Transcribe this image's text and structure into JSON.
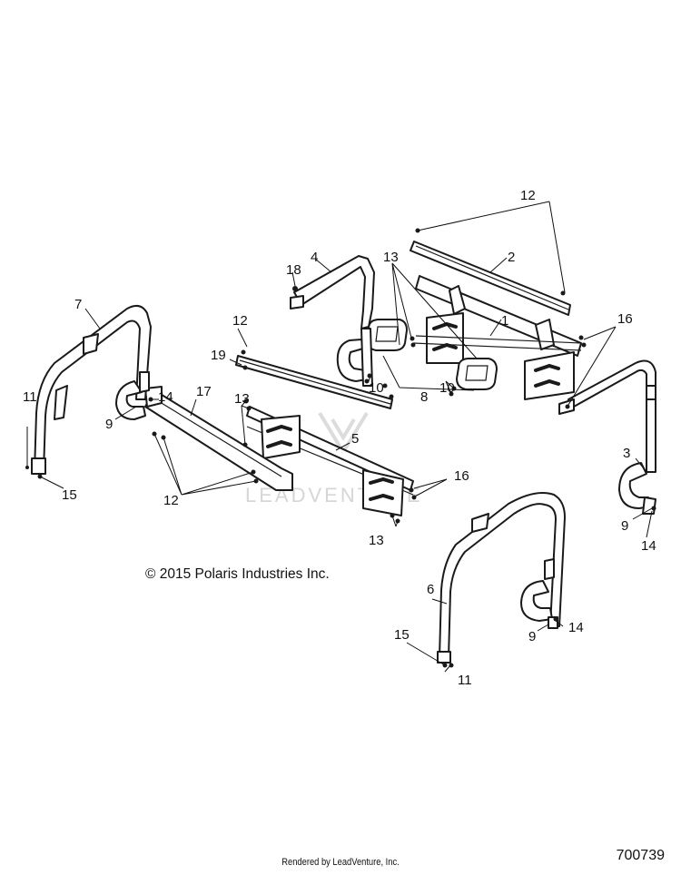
{
  "copyright": "© 2015 Polaris Industries Inc.",
  "rendered_by": "Rendered by LeadVenture, Inc.",
  "diagram_number": "700739",
  "watermark": "LEADVENTURE",
  "callouts": {
    "c1": "1",
    "c2": "2",
    "c3": "3",
    "c4": "4",
    "c5": "5",
    "c6": "6",
    "c7": "7",
    "c8": "8",
    "c9a": "9",
    "c9b": "9",
    "c9c": "9",
    "c10a": "10",
    "c10b": "10",
    "c11a": "11",
    "c11b": "11",
    "c12a": "12",
    "c12b": "12",
    "c12c": "12",
    "c13a": "13",
    "c13b": "13",
    "c13c": "13",
    "c14a": "14",
    "c14b": "14",
    "c14c": "14",
    "c15a": "15",
    "c15b": "15",
    "c16a": "16",
    "c16b": "16",
    "c17": "17",
    "c18": "18",
    "c19": "19"
  }
}
